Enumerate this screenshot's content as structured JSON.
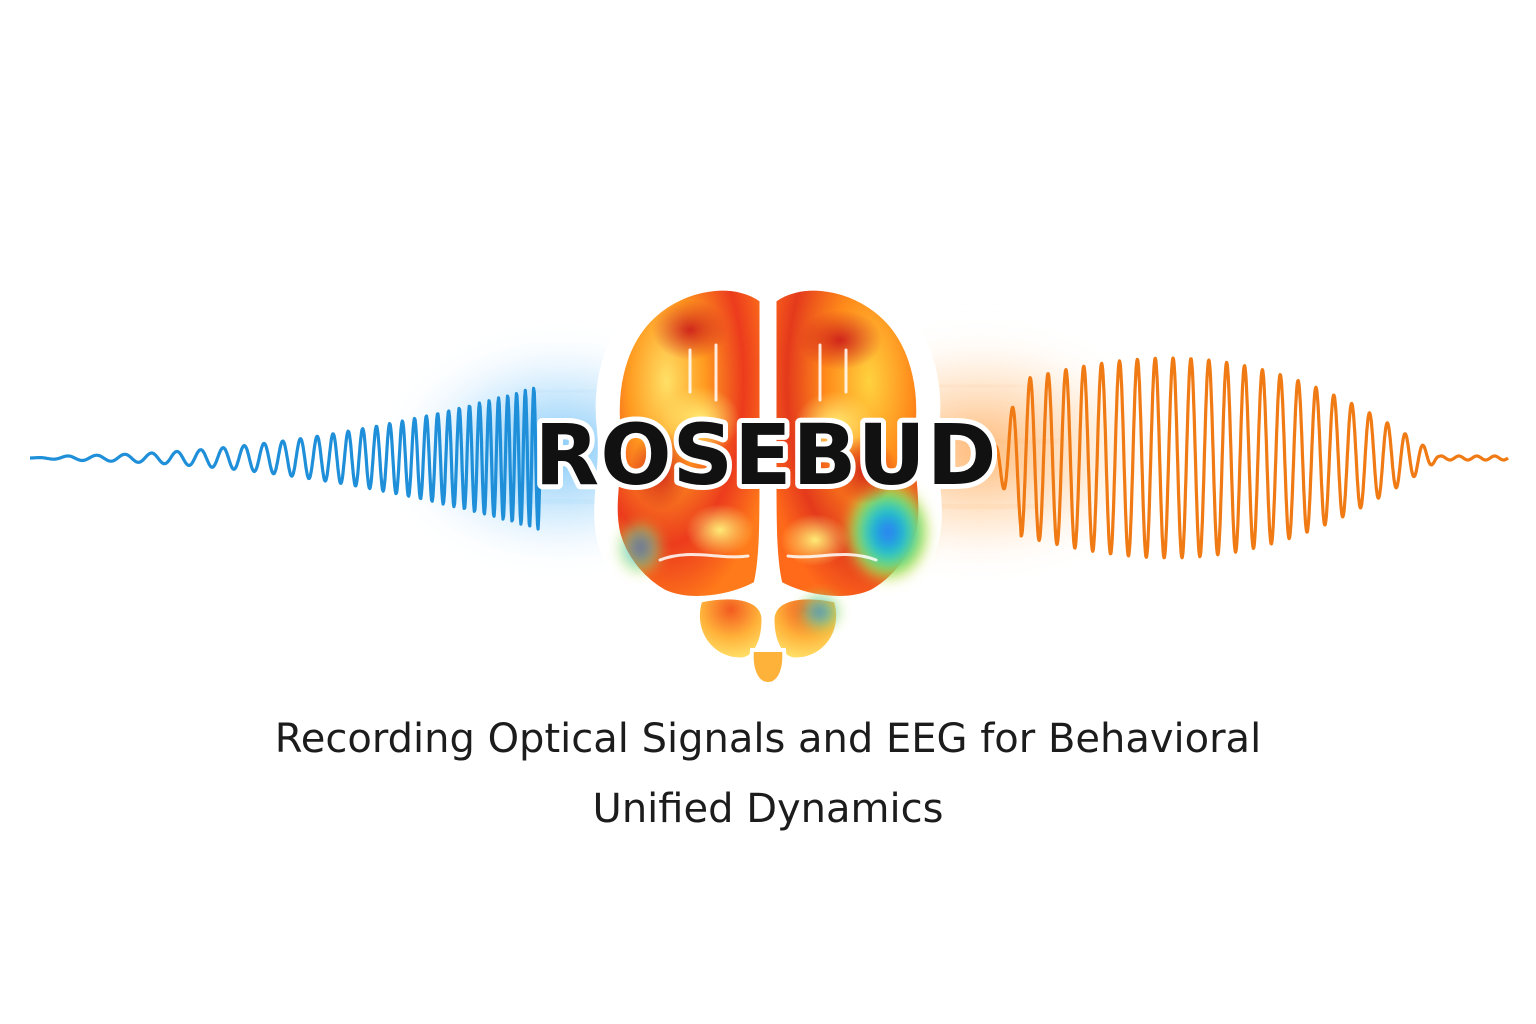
{
  "logo": {
    "title": "ROSEBUD",
    "subtitle_line_1": "Recording Optical Signals and EEG for Behavioral",
    "subtitle_line_2": "Unified Dynamics"
  },
  "colors": {
    "background": "#ffffff",
    "left_wave": "#1e8fd8",
    "right_wave": "#f07a14",
    "title_text": "#111111",
    "title_outline": "#ffffff",
    "subtitle_text": "#1c1c1c"
  },
  "icons": [
    "brain-heatmap-icon",
    "blue-waveform-icon",
    "orange-waveform-icon"
  ]
}
